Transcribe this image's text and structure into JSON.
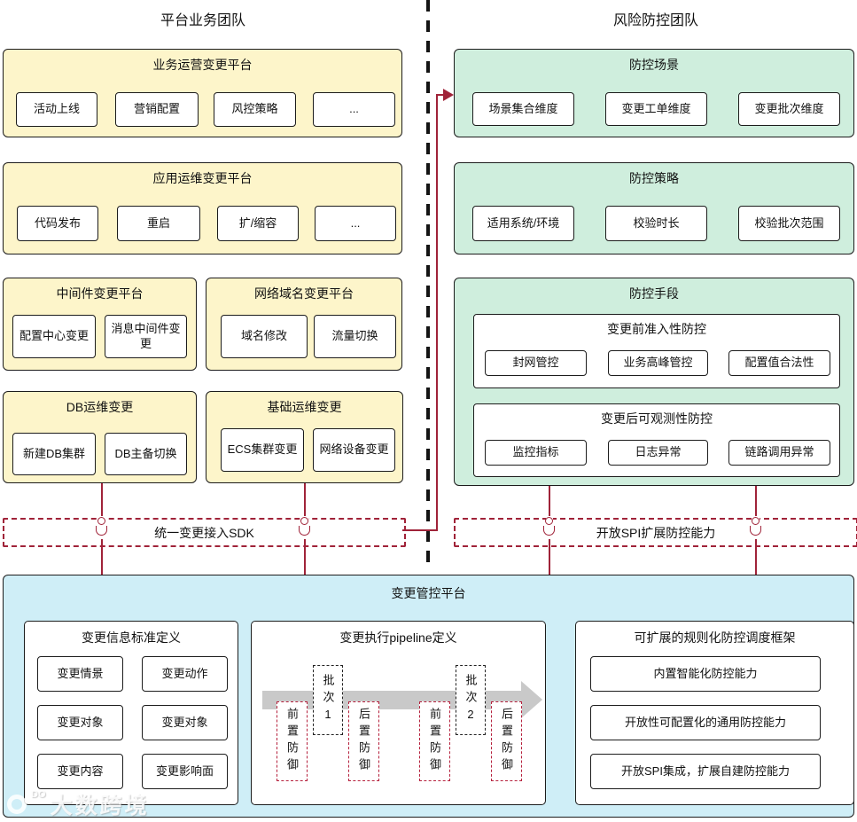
{
  "colors": {
    "red": "#a02339",
    "yellow": "#fdf5ca",
    "green": "#cfeedd",
    "blue": "#cfeef7"
  },
  "headers": {
    "left": "平台业务团队",
    "right": "风险防控团队"
  },
  "left_panels": [
    {
      "title": "业务运营变更平台",
      "items": [
        "活动上线",
        "营销配置",
        "风控策略",
        "..."
      ]
    },
    {
      "title": "应用运维变更平台",
      "items": [
        "代码发布",
        "重启",
        "扩/缩容",
        "..."
      ]
    },
    {
      "title": "中间件变更平台",
      "items": [
        "配置中心变更",
        "消息中间件变更"
      ]
    },
    {
      "title": "网络域名变更平台",
      "items": [
        "域名修改",
        "流量切换"
      ]
    },
    {
      "title": "DB运维变更",
      "items": [
        "新建DB集群",
        "DB主备切换"
      ]
    },
    {
      "title": "基础运维变更",
      "items": [
        "ECS集群变更",
        "网络设备变更"
      ]
    }
  ],
  "right_panels": [
    {
      "title": "防控场景",
      "items": [
        "场景集合维度",
        "变更工单维度",
        "变更批次维度"
      ]
    },
    {
      "title": "防控策略",
      "items": [
        "适用系统/环境",
        "校验时长",
        "校验批次范围"
      ]
    },
    {
      "title": "防控手段",
      "subpanels": [
        {
          "title": "变更前准入性防控",
          "items": [
            "封网管控",
            "业务高峰管控",
            "配置值合法性"
          ]
        },
        {
          "title": "变更后可观测性防控",
          "items": [
            "监控指标",
            "日志异常",
            "链路调用异常"
          ]
        }
      ]
    }
  ],
  "connectors": {
    "sdk_label": "统一变更接入SDK",
    "spi_label": "开放SPI扩展防控能力"
  },
  "platform": {
    "title": "变更管控平台",
    "info_box": {
      "title": "变更信息标准定义",
      "items": [
        "变更情景",
        "变更动作",
        "变更对象",
        "变更对象",
        "变更内容",
        "变更影响面"
      ]
    },
    "pipeline_box": {
      "title": "变更执行pipeline定义",
      "nodes": [
        {
          "label": "前置防御",
          "style": "red"
        },
        {
          "label": "批次1",
          "style": "black"
        },
        {
          "label": "后置防御",
          "style": "red"
        },
        {
          "label": "前置防御",
          "style": "red"
        },
        {
          "label": "批次2",
          "style": "black"
        },
        {
          "label": "后置防御",
          "style": "red"
        }
      ]
    },
    "framework_box": {
      "title": "可扩展的规则化防控调度框架",
      "items": [
        "内置智能化防控能力",
        "开放性可配置化的通用防控能力",
        "开放SPI集成，扩展自建防控能力"
      ]
    }
  },
  "watermark": {
    "logo_sup": "DO",
    "text": "大数跨境"
  }
}
